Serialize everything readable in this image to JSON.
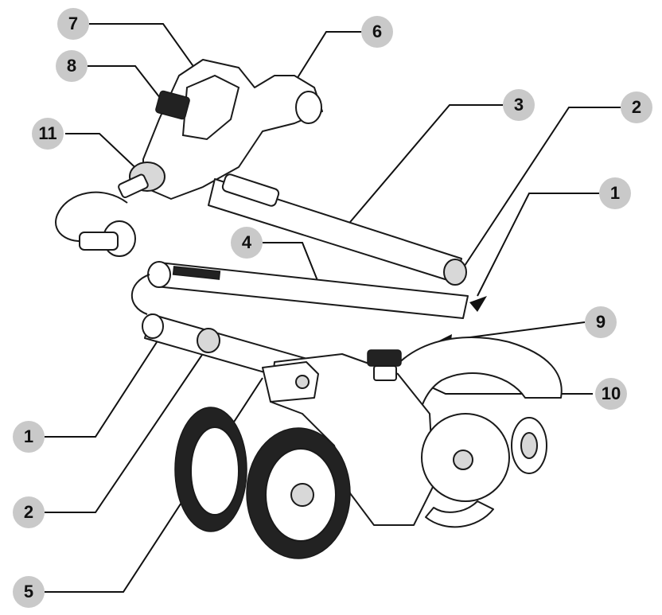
{
  "callouts": [
    {
      "label": "7"
    },
    {
      "label": "6"
    },
    {
      "label": "8"
    },
    {
      "label": "11"
    },
    {
      "label": "3"
    },
    {
      "label": "2"
    },
    {
      "label": "1"
    },
    {
      "label": "4"
    },
    {
      "label": "9"
    },
    {
      "label": "10"
    },
    {
      "label": "1"
    },
    {
      "label": "2"
    },
    {
      "label": "5"
    }
  ],
  "colors": {
    "callout_fill": "#c9c9c9",
    "line": "#1a1a1a"
  }
}
